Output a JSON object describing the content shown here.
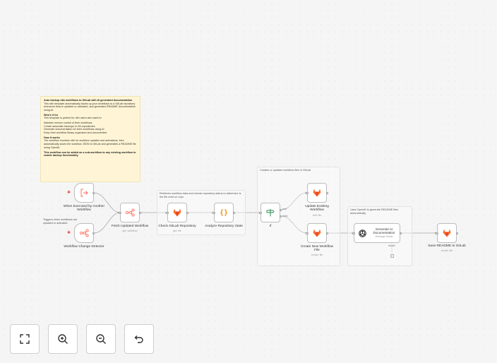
{
  "sticky": {
    "title": "Auto backup n8n workflows to GitLab with AI generated documentation",
    "intro": "This n8n template automatically backs up your workflows to a GitLab repository whenever they're updated or activated, and generates README documentation using AI.",
    "who_title": "Who's it for",
    "who_text": "This template is perfect for n8n users who want to:",
    "bullets": [
      "Maintain version control of their workflows",
      "Create automatic backups in Git repositories",
      "Generate documentation for their workflows using AI",
      "Keep their workflow library organized and documented"
    ],
    "how_title": "How it works",
    "how_text": "The workflow monitors n8n for workflow updates and activations, then automatically saves the workflow JSON to GitLab and generates a README file using OpenAI.",
    "note": "This workflow can be added as a sub-workflow to any existing workflow to enable backup functionality."
  },
  "notes": {
    "triggers": "Triggers when workflows are updated or activated",
    "retrieve": "Retrieves workflow data and checks repository status to determine is the file exist on repo",
    "creates": "Creates or updates workflow files in GitLab",
    "openai": "Uses OpenAI to generate README files automatically"
  },
  "nodes": {
    "exec_trigger": {
      "label": "When Executed by Another Workflow",
      "icon": "exit-icon"
    },
    "change_trigger": {
      "label": "Workflow Change Detector",
      "icon": "n8n-icon"
    },
    "fetch": {
      "label": "Fetch Updated Workflow",
      "sub": "get: workflow",
      "icon": "n8n-icon"
    },
    "check": {
      "label": "Check GitLab Repository",
      "sub": "get: file",
      "icon": "gitlab-icon"
    },
    "analyze": {
      "label": "Analyze Repository State",
      "icon": "code-braces-icon"
    },
    "if": {
      "label": "If",
      "true_label": "true",
      "false_label": "false",
      "icon": "signpost-icon"
    },
    "update": {
      "label": "Update Existing Workflow",
      "sub": "edit: file",
      "icon": "gitlab-icon"
    },
    "create": {
      "label": "Create New Workflow File",
      "sub": "create: file",
      "icon": "gitlab-icon"
    },
    "ai": {
      "label": "Generate AI Documentation",
      "sub": "Message Model",
      "model_label": "Model",
      "icon": "openai-icon"
    },
    "save": {
      "label": "Save README to GitLab",
      "sub": "create: file",
      "icon": "gitlab-icon"
    }
  },
  "controls": {
    "fit": "fit-view-icon",
    "zoom_in": "zoom-in-icon",
    "zoom_out": "zoom-out-icon",
    "undo": "undo-icon"
  },
  "colors": {
    "n8n": "#ff6d5a",
    "gitlab": "#e24329",
    "code": "#f29111",
    "if": "#2e8b57",
    "sticky": "#fff5d6"
  }
}
